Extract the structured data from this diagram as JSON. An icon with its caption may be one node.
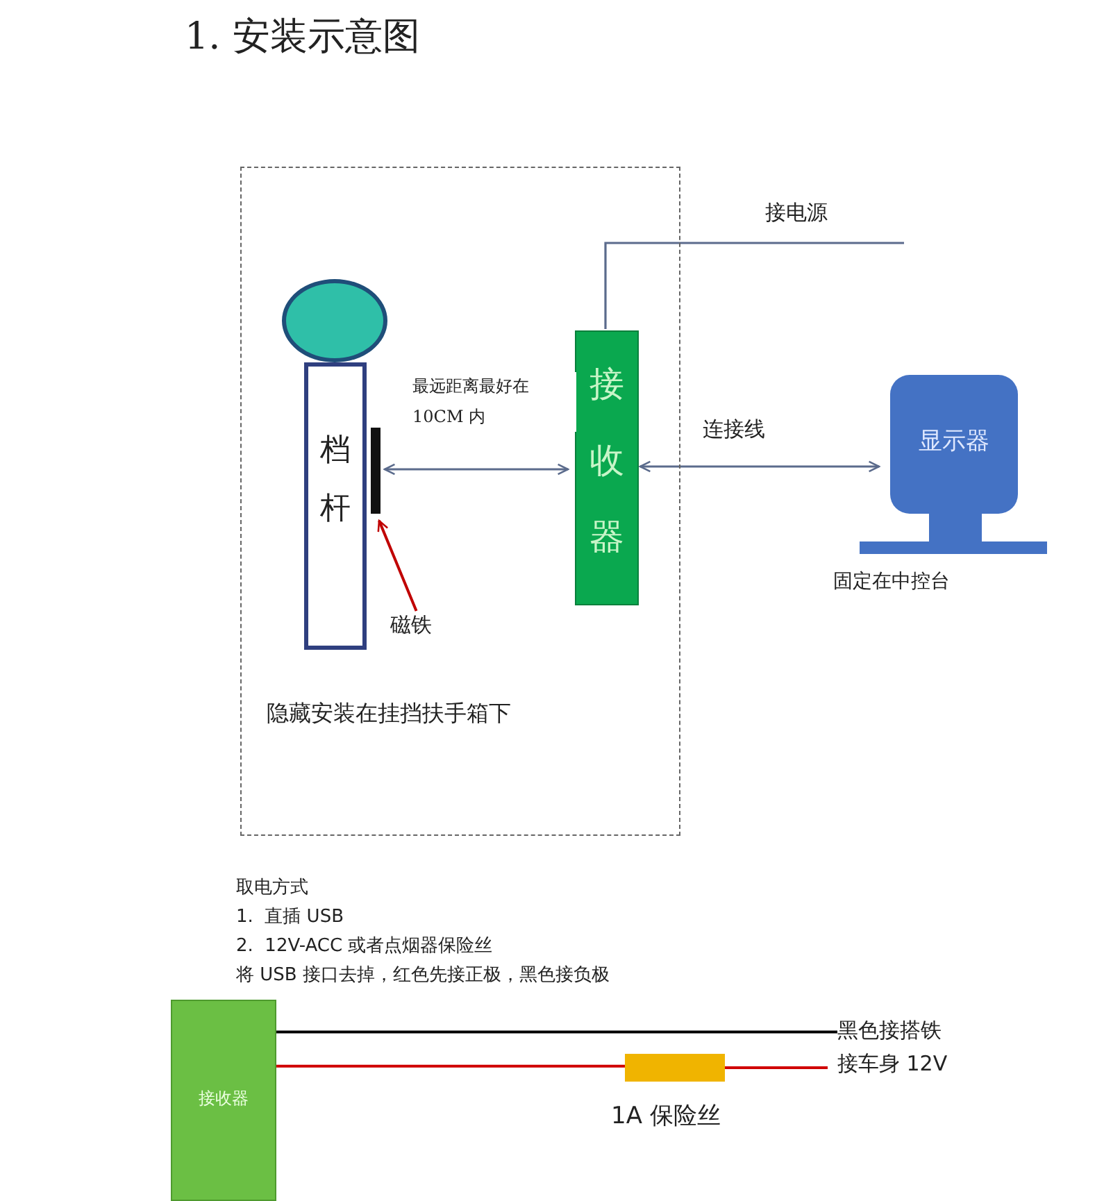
{
  "diagram": {
    "title": "1. 安装示意图",
    "nodes": [
      {
        "text": [
          "隐藏安装在挂挡扶手箱下"
        ]
      },
      {
        "text": [],
        "shape": "circle",
        "in": 0
      },
      {
        "text": [
          "档杆"
        ],
        "in": 0
      },
      {
        "text": [
          "磁铁"
        ],
        "in": 0
      },
      {
        "text": [],
        "shape": "bar",
        "in": 0
      },
      {
        "text": [
          "接收器"
        ],
        "in": 0
      },
      {
        "text": [
          "显示器"
        ],
        "beside": [
          "固定在中控台"
        ]
      },
      {
        "text": [
          "接收器"
        ]
      },
      {
        "text": [],
        "shape": "box",
        "beside": [
          "1A 保险丝"
        ]
      },
      {
        "text": [
          "黑色接搭铁"
        ]
      },
      {
        "text": [
          "接车身 12V"
        ]
      }
    ],
    "edges": [
      {
        "from": 3,
        "to": 4,
        "arrow": "to",
        "color": "#c00000"
      },
      {
        "from": 4,
        "to": 5,
        "arrow": "both",
        "label": "最远距离最好在 10CM 内"
      },
      {
        "from": 5,
        "to": 6,
        "arrow": "both",
        "label": "连接线"
      },
      {
        "from": 5,
        "to": null,
        "arrow": "none",
        "label": "接电源"
      },
      {
        "from": 7,
        "to": 9,
        "arrow": "none",
        "color": "#000000"
      },
      {
        "from": 7,
        "to": 8,
        "arrow": "none",
        "color": "#d00000"
      },
      {
        "from": 8,
        "to": 10,
        "arrow": "none",
        "color": "#d00000"
      }
    ],
    "labels": [
      "取电方式",
      "1.  直插 USB",
      "2.  12V-ACC 或者点烟器保险丝",
      "将 USB 接口去掉，红色先接正极，黑色接负极"
    ]
  }
}
